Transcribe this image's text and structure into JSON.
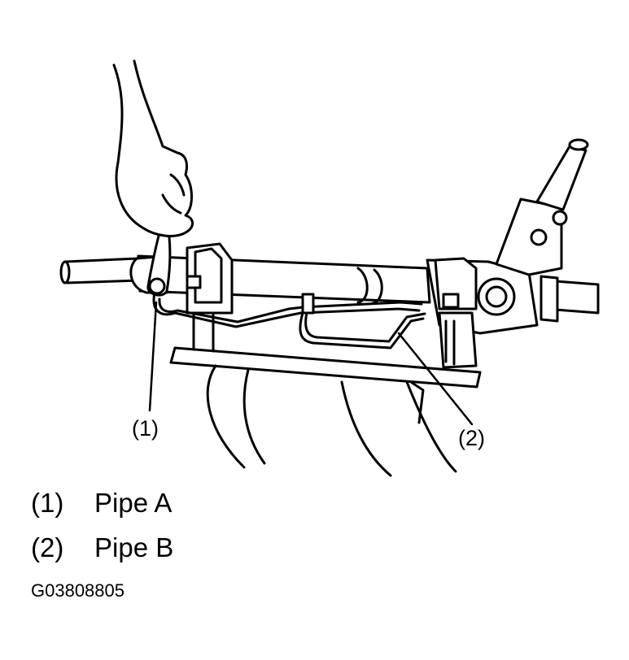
{
  "callouts": {
    "one": "(1)",
    "two": "(2)"
  },
  "legend": [
    {
      "number": "(1)",
      "label": "Pipe A"
    },
    {
      "number": "(2)",
      "label": "Pipe B"
    }
  ],
  "figure_code": "G03808805"
}
